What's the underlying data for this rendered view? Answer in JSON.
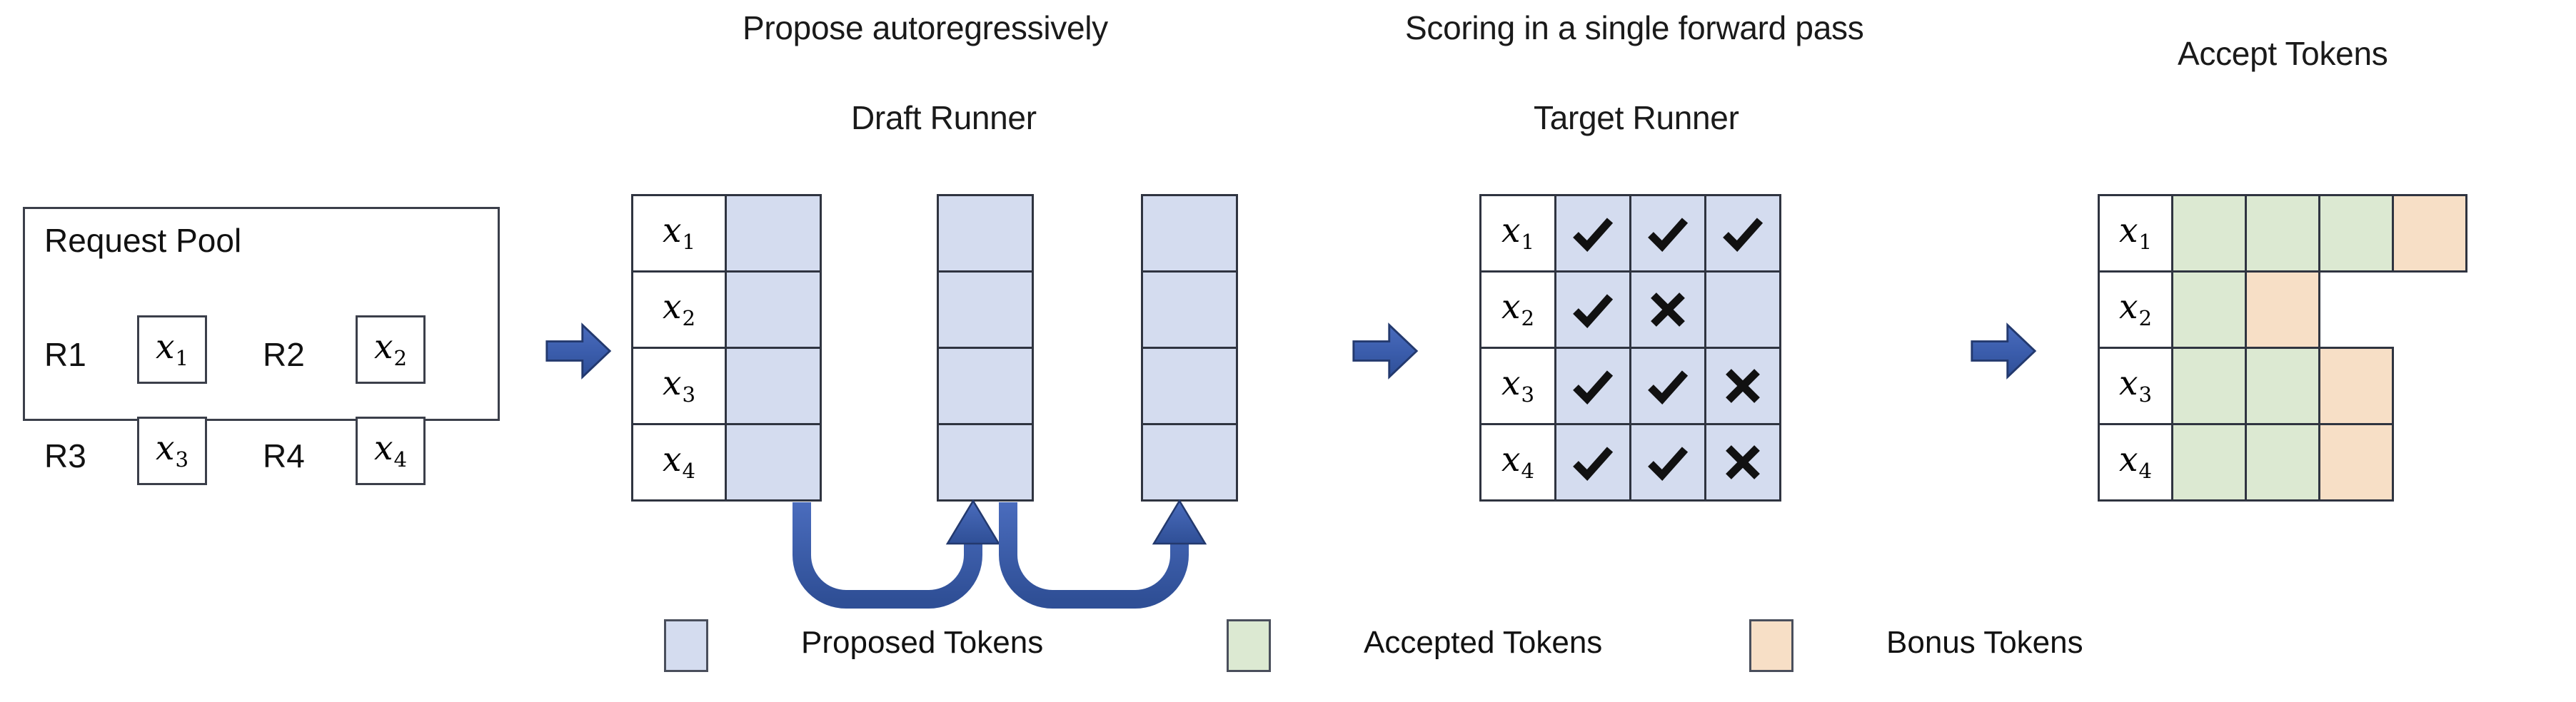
{
  "figure": {
    "stage_titles": {
      "propose": "Propose autoregressively",
      "draft_runner": "Draft Runner",
      "scoring": "Scoring in a single forward pass",
      "target_runner": "Target Runner",
      "accept": "Accept Tokens"
    }
  },
  "request_pool": {
    "title": "Request Pool",
    "requests": [
      {
        "id": "R1",
        "token": "x",
        "index": "1"
      },
      {
        "id": "R2",
        "token": "x",
        "index": "2"
      },
      {
        "id": "R3",
        "token": "x",
        "index": "3"
      },
      {
        "id": "R4",
        "token": "x",
        "index": "4"
      }
    ]
  },
  "draft_runner": {
    "row_labels": [
      {
        "token": "x",
        "index": "1"
      },
      {
        "token": "x",
        "index": "2"
      },
      {
        "token": "x",
        "index": "3"
      },
      {
        "token": "x",
        "index": "4"
      }
    ],
    "steps": 3,
    "cell_state": "proposed",
    "columns": [
      {
        "step": 1,
        "cells": [
          "proposed",
          "proposed",
          "proposed",
          "proposed"
        ]
      },
      {
        "step": 2,
        "cells": [
          "proposed",
          "proposed",
          "proposed",
          "proposed"
        ]
      },
      {
        "step": 3,
        "cells": [
          "proposed",
          "proposed",
          "proposed",
          "proposed"
        ]
      }
    ],
    "recurrence_arrows": 2
  },
  "target_runner": {
    "row_labels": [
      {
        "token": "x",
        "index": "1"
      },
      {
        "token": "x",
        "index": "2"
      },
      {
        "token": "x",
        "index": "3"
      },
      {
        "token": "x",
        "index": "4"
      }
    ],
    "rows": [
      {
        "label_index": "1",
        "marks": [
          "check",
          "check",
          "check"
        ]
      },
      {
        "label_index": "2",
        "marks": [
          "check",
          "cross",
          "none"
        ]
      },
      {
        "label_index": "3",
        "marks": [
          "check",
          "check",
          "cross"
        ]
      },
      {
        "label_index": "4",
        "marks": [
          "check",
          "check",
          "cross"
        ]
      }
    ]
  },
  "accept_tokens": {
    "row_labels": [
      {
        "token": "x",
        "index": "1"
      },
      {
        "token": "x",
        "index": "2"
      },
      {
        "token": "x",
        "index": "3"
      },
      {
        "token": "x",
        "index": "4"
      }
    ],
    "rows": [
      {
        "label_index": "1",
        "cells": [
          "accepted",
          "accepted",
          "accepted",
          "bonus"
        ]
      },
      {
        "label_index": "2",
        "cells": [
          "accepted",
          "bonus"
        ]
      },
      {
        "label_index": "3",
        "cells": [
          "accepted",
          "accepted",
          "bonus"
        ]
      },
      {
        "label_index": "4",
        "cells": [
          "accepted",
          "accepted",
          "bonus"
        ]
      }
    ]
  },
  "legend": {
    "items": [
      {
        "label": "Proposed Tokens",
        "color": "#d4dcef"
      },
      {
        "label": "Accepted Tokens",
        "color": "#dce9d2"
      },
      {
        "label": "Bonus Tokens",
        "color": "#f7dfc6"
      }
    ]
  },
  "colors": {
    "proposed": "#d4dcef",
    "accepted": "#dce9d2",
    "bonus": "#f7dfc6",
    "border": "#2f3440",
    "arrow_blue": "#3a5cab",
    "arrow_blue_dark": "#2b4480",
    "background": "#ffffff"
  }
}
